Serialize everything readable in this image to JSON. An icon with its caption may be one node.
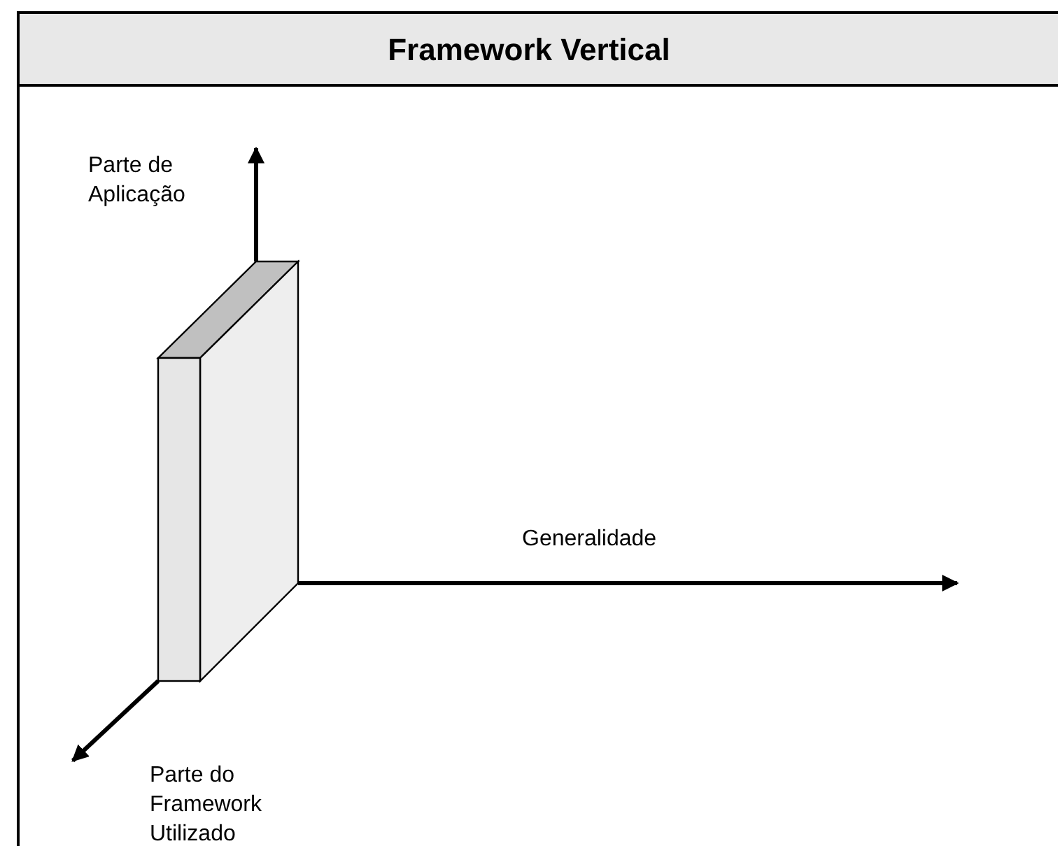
{
  "diagram": {
    "title": "Framework Vertical",
    "labels": [
      "Parte de Aplicação",
      "Generalidade",
      "Parte do Framework Utilizado"
    ]
  }
}
